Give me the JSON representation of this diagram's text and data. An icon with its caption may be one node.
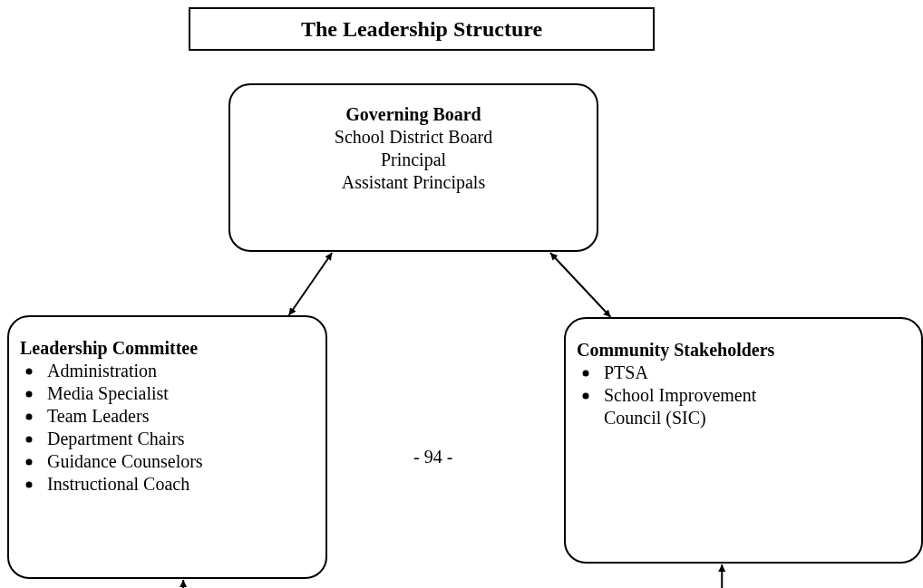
{
  "diagram": {
    "title": "The Leadership Structure",
    "nodes": [
      {
        "text": [
          "Governing Board",
          "School District Board",
          "Principal",
          "Assistant Principals"
        ]
      },
      {
        "text": [
          "Leadership Committee",
          "Administration",
          "Media Specialist",
          "Team Leaders",
          "Department Chairs",
          "Guidance Counselors",
          "Instructional Coach"
        ]
      },
      {
        "text": [
          "Community Stakeholders",
          "PTSA",
          "School Improvement Council (SIC)"
        ]
      }
    ],
    "edges": [
      {
        "from": 0,
        "to": 1,
        "arrow": "both"
      },
      {
        "from": 0,
        "to": 2,
        "arrow": "both"
      },
      {
        "from": null,
        "to": 1,
        "arrow": "to"
      },
      {
        "from": null,
        "to": 2,
        "arrow": "to"
      }
    ],
    "labels": [
      "- 94 -"
    ]
  }
}
